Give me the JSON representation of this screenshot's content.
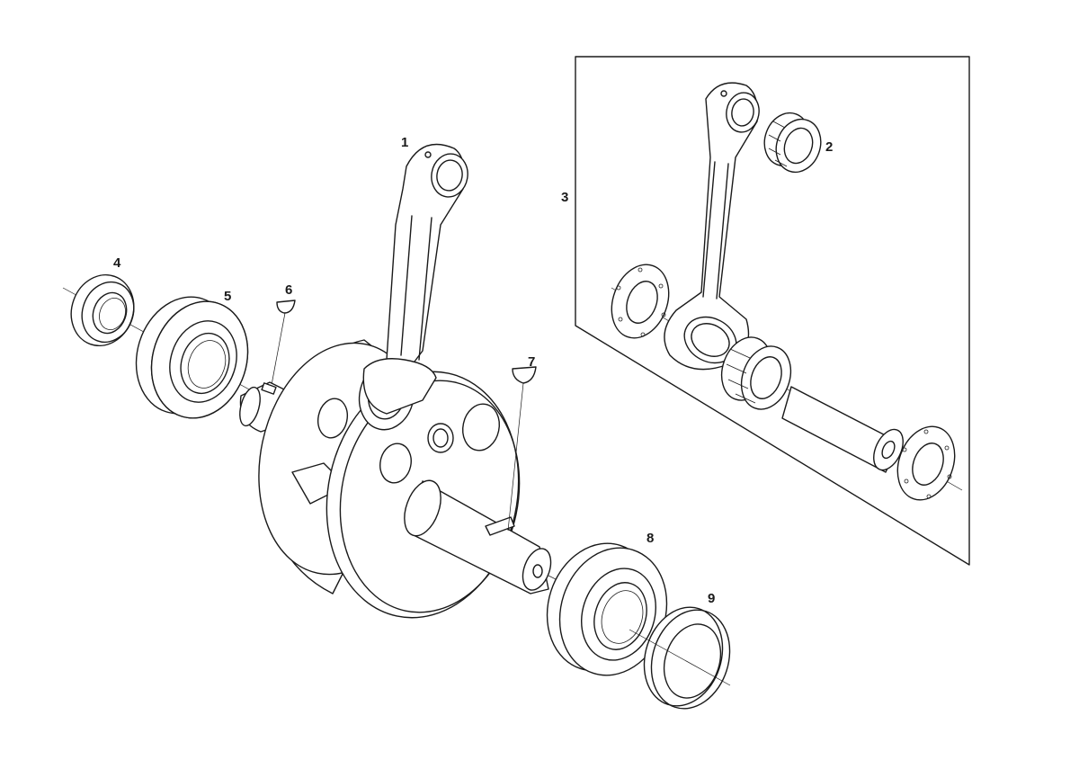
{
  "diagram": {
    "callouts": [
      {
        "id": "c1",
        "label": "1"
      },
      {
        "id": "c2",
        "label": "2"
      },
      {
        "id": "c3",
        "label": "3"
      },
      {
        "id": "c4",
        "label": "4"
      },
      {
        "id": "c5",
        "label": "5"
      },
      {
        "id": "c6",
        "label": "6"
      },
      {
        "id": "c7",
        "label": "7"
      },
      {
        "id": "c8",
        "label": "8"
      },
      {
        "id": "c9",
        "label": "9"
      }
    ],
    "colors": {
      "line": "#1a1a1a",
      "background": "#ffffff"
    }
  }
}
